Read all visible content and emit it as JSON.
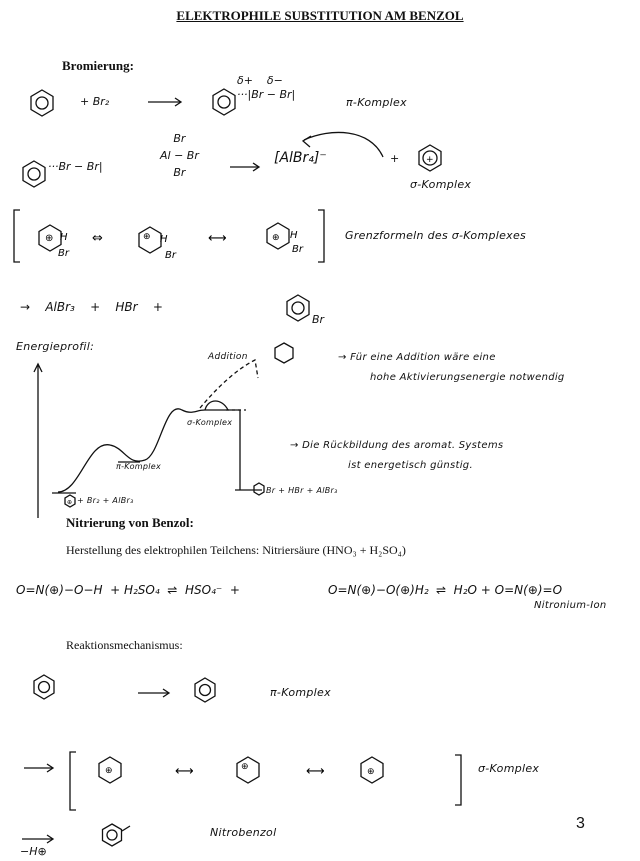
{
  "title": "ELEKTROPHILE SUBSTITUTION AM BENZOL",
  "bromierung": {
    "heading": "Bromierung:",
    "r1_reagent": "+ Br₂",
    "r1_product": "δ+    δ−\n···|Br − Br|",
    "pi_label": "π-Komplex",
    "r2_left": "···Br − Br|",
    "r2_catalyst": "Br\nAl − Br\nBr",
    "r2_anion": "[AlBr₄]⁻",
    "r2_plus": "+",
    "sigma_label": "σ-Komplex",
    "grenz_label": "Grenzformeln des σ-Komplexes",
    "products": "→    AlBr₃    +    HBr    +",
    "product_br": "Br"
  },
  "energie": {
    "label": "Energieprofil:",
    "addition": "Addition",
    "pi_komplex": "π-Komplex",
    "sigma_komplex": "σ-Komplex",
    "start": "+ Br₂ + AlBr₃",
    "end": "Br + HBr + AlBr₃",
    "note1_line1": "→  Für eine Addition wäre eine",
    "note1_line2": "hohe Aktivierungsenergie notwendig",
    "note2_line1": "→  Die Rückbildung des aromat. Systems",
    "note2_line2": "ist energetisch günstig."
  },
  "nitrierung": {
    "heading": "Nitrierung von Benzol:",
    "herstellung": "Herstellung des elektrophilen Teilchens:  Nitriersäure  (HNO₃ + H₂SO₄)",
    "eq_left": "O=N(⊕)−O−H  + H₂SO₄  ⇌  HSO₄⁻  +",
    "eq_mid": "O=N(⊕)−O(⊕)H₂",
    "eq_right": "⇌  H₂O + O=N(⊕)=O",
    "nitronium": "Nitronium-Ion",
    "mechanismus": "Reaktionsmechanismus:",
    "pi_label": "π-Komplex",
    "sigma_label": "σ-Komplex",
    "final_prefix": "−H⊕",
    "final_label": "Nitrobenzol",
    "page_number": "3"
  }
}
